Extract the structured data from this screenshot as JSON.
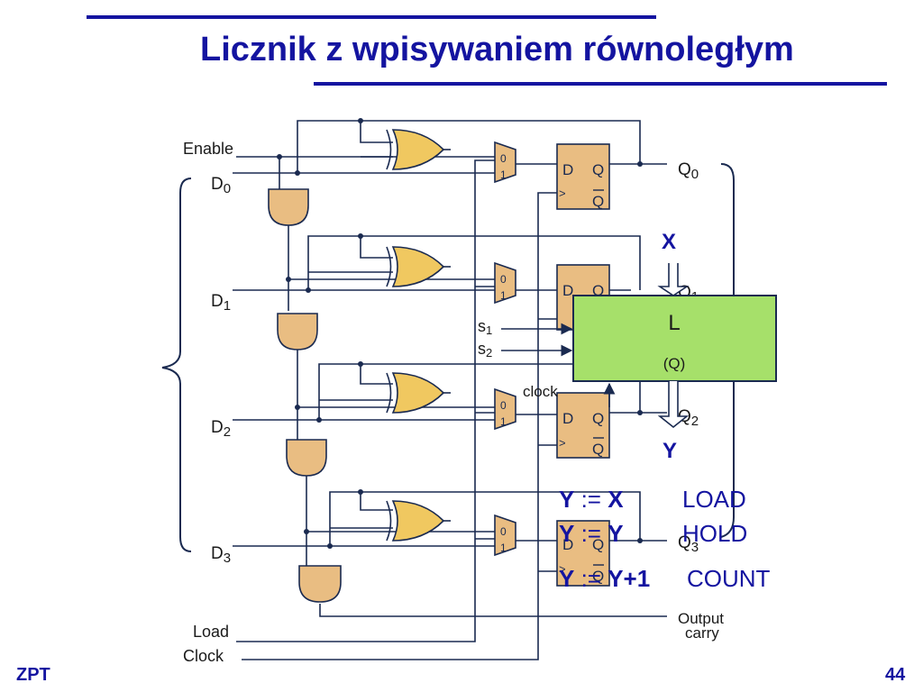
{
  "slide": {
    "title": "Licznik z wpisywaniem równoległym",
    "footer_left": "ZPT",
    "page_number": "44"
  },
  "inputs": {
    "enable": "Enable",
    "d_letter": "D",
    "d_subscripts": [
      "0",
      "1",
      "2",
      "3"
    ],
    "load": "Load",
    "clock": "Clock"
  },
  "outputs": {
    "q_letter": "Q",
    "q_subscripts": [
      "0",
      "1",
      "2",
      "3"
    ],
    "carry_line1": "Output",
    "carry_line2": "carry"
  },
  "flipflop": {
    "d_pin": "D",
    "q_pin": "Q",
    "qbar_pin": "Q",
    "clk_pin": ">"
  },
  "mux": {
    "in0": "0",
    "in1": "1"
  },
  "overlay": {
    "input_label": "X",
    "output_label": "Y",
    "block_name": "L",
    "block_arg": "(Q)",
    "s1_letter": "s",
    "s1_sub": "1",
    "s2_letter": "s",
    "s2_sub": "2",
    "clock_label": "clock",
    "block_fill": "#a6e06a"
  },
  "modes": [
    {
      "left": "Y",
      "op": " := ",
      "right": "X",
      "name": "LOAD"
    },
    {
      "left": "Y",
      "op": " := ",
      "right": "Y",
      "name": "HOLD"
    },
    {
      "left": "Y",
      "op": " := ",
      "right": "Y+1",
      "name": "COUNT"
    }
  ],
  "colors": {
    "accent": "#1414a0",
    "gate_fill": "#e9bd82",
    "xor_fill": "#f0c860",
    "wire": "#1a2a50"
  }
}
